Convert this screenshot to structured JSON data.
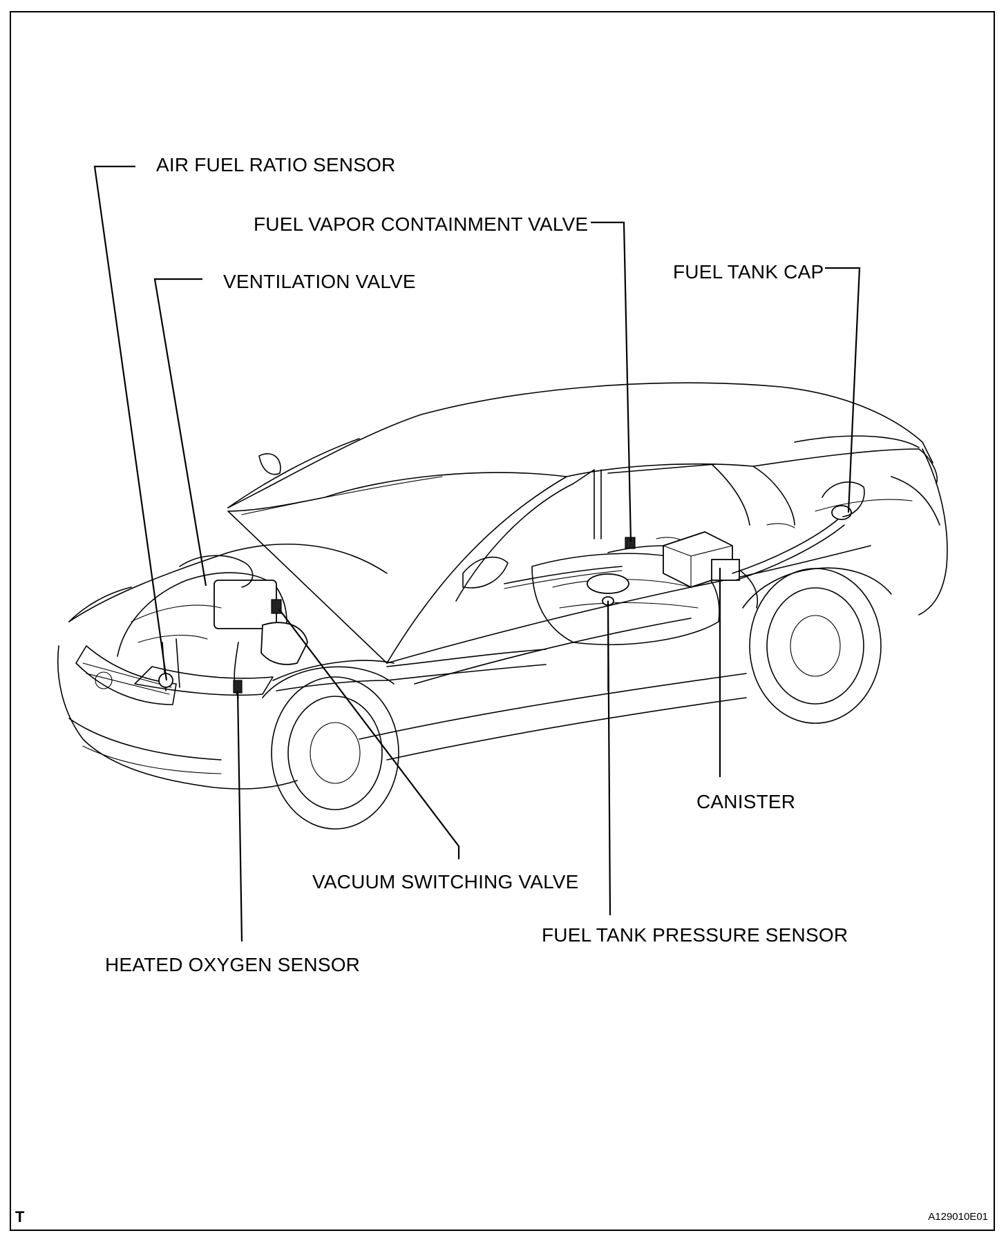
{
  "labels": {
    "air_fuel_ratio_sensor": "AIR FUEL RATIO SENSOR",
    "ventilation_valve": "VENTILATION VALVE",
    "fuel_vapor_containment_valve": "FUEL VAPOR CONTAINMENT VALVE",
    "fuel_tank_cap": "FUEL TANK CAP",
    "canister": "CANISTER",
    "vacuum_switching_valve": "VACUUM SWITCHING VALVE",
    "fuel_tank_pressure_sensor": "FUEL TANK PRESSURE SENSOR",
    "heated_oxygen_sensor": "HEATED OXYGEN SENSOR"
  },
  "corner_mark": "T",
  "figure_id": "A129010E01"
}
